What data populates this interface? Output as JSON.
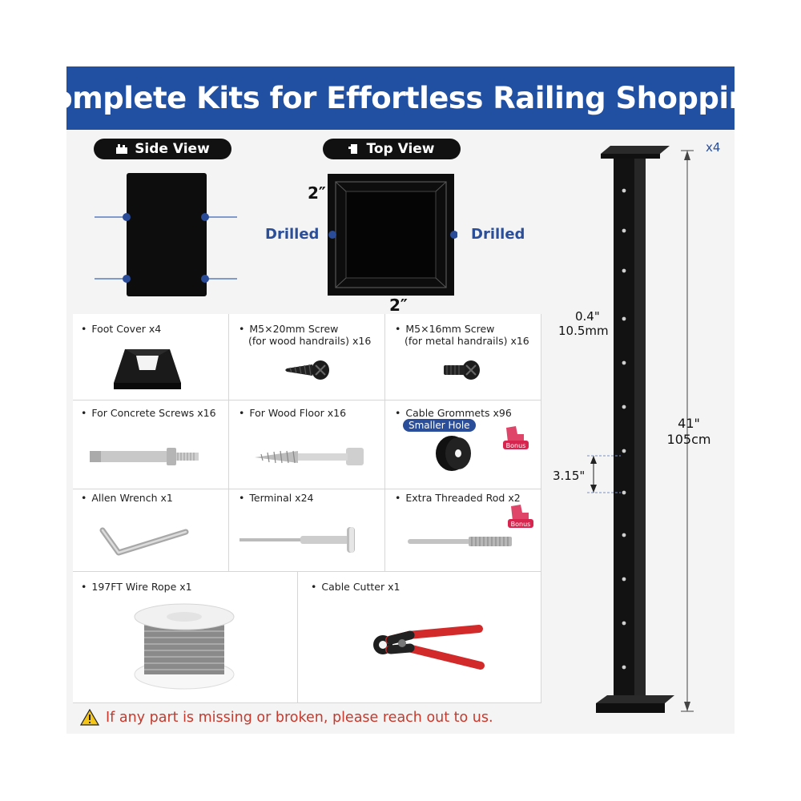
{
  "banner": {
    "title": "Complete Kits for Effortless Railing Shopping"
  },
  "views": {
    "side_label": "Side View",
    "top_label": "Top View",
    "top_dim_left": "2″",
    "top_dim_bottom": "2″",
    "drilled_left": "Drilled",
    "drilled_right": "Drilled"
  },
  "post": {
    "quantity": "x4",
    "hole_size_in": "0.4\"",
    "hole_size_mm": "10.5mm",
    "height_in": "41\"",
    "height_cm": "105cm",
    "spacing": "3.15\""
  },
  "parts": [
    {
      "label": "Foot Cover x4"
    },
    {
      "label": "M5×20mm Screw",
      "sub": "(for wood handrails) x16"
    },
    {
      "label": "M5×16mm Screw",
      "sub": "(for metal handrails) x16"
    },
    {
      "label": "For Concrete Screws x16"
    },
    {
      "label": "For Wood Floor x16"
    },
    {
      "label": "Cable Grommets x96",
      "badge": "Smaller Hole",
      "bonus": "Bonus"
    },
    {
      "label": "Allen Wrench x1"
    },
    {
      "label": "Terminal x24"
    },
    {
      "label": "Extra Threaded Rod x2",
      "bonus": "Bonus"
    },
    {
      "label": "197FT Wire Rope x1"
    },
    {
      "label": "Cable Cutter x1"
    }
  ],
  "notice": {
    "text": "If any part is missing or broken, please reach out to us."
  },
  "colors": {
    "banner": "#2150a2",
    "drilled": "#2a4e9a",
    "notice": "#c53a2d",
    "bonus": "#d8254f"
  }
}
